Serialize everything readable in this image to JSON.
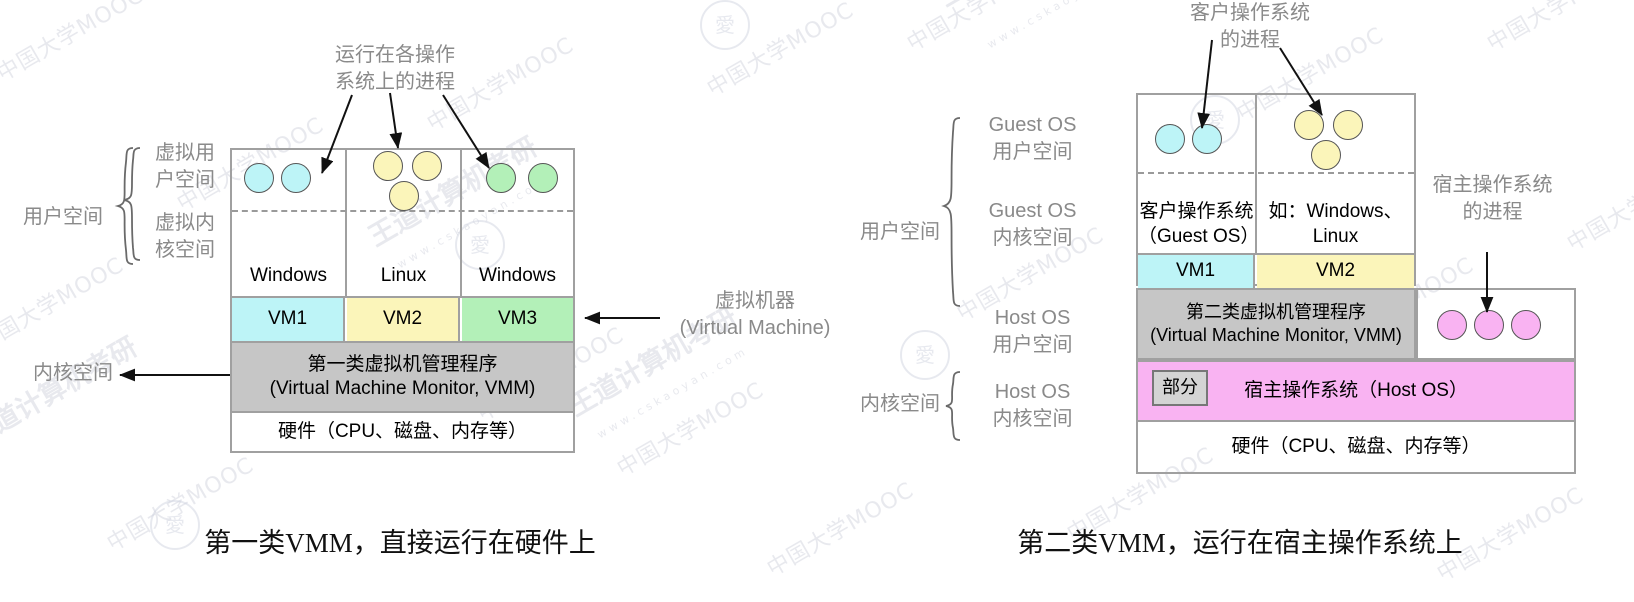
{
  "page": {
    "background": "#ffffff",
    "watermark_texts": [
      "中国大学MOOC",
      "王道计算机考研",
      "www.cskaoyan.com"
    ]
  },
  "colors": {
    "vm1_cyan": "#bdf4f7",
    "vm2_yellow": "#fbf5ba",
    "vm3_green": "#b3f0b8",
    "vmm_gray": "#c6c6c6",
    "hostos_pink": "#f9b3f2",
    "frame_border": "#a0a0a0",
    "annotation_gray": "#8a8a8a",
    "text_black": "#000000",
    "partial_box_gray": "#d4d4d4"
  },
  "left_diagram": {
    "caption": "第一类VMM，直接运行在硬件上",
    "annotation_processes": "运行在各操作\n系统上的进程",
    "annotation_vm": "虚拟机器\n(Virtual Machine)",
    "side_label_user_space": "用户空间",
    "side_label_kernel_space": "内核空间",
    "brace_labels": [
      "虚拟用\n户空间",
      "虚拟内\n核空间"
    ],
    "columns": [
      {
        "os": "Windows",
        "vm": "VM1",
        "color": "#bdf4f7",
        "process_color": "#bdf4f7",
        "process_count": 2
      },
      {
        "os": "Linux",
        "vm": "VM2",
        "color": "#fbf5ba",
        "process_color": "#fbf5ba",
        "process_count": 3
      },
      {
        "os": "Windows",
        "vm": "VM3",
        "color": "#b3f0b8",
        "process_color": "#b3f0b8",
        "process_count": 2
      }
    ],
    "vmm_line1": "第一类虚拟机管理程序",
    "vmm_line2": "(Virtual Machine Monitor, VMM)",
    "hardware": "硬件（CPU、磁盘、内存等）"
  },
  "right_diagram": {
    "caption": "第二类VMM，运行在宿主操作系统上",
    "annotation_guest_processes": "客户操作系统\n的进程",
    "annotation_host_processes": "宿主操作系统\n的进程",
    "side_label_user_space": "用户空间",
    "side_label_kernel_space": "内核空间",
    "row_labels": [
      "Guest OS\n用户空间",
      "Guest OS\n内核空间",
      "Host OS\n用户空间",
      "Host OS\n内核空间"
    ],
    "columns": [
      {
        "os_line1": "客户操作系统",
        "os_line2": "（Guest OS）",
        "vm": "VM1",
        "color": "#bdf4f7",
        "process_color": "#bdf4f7",
        "process_count": 2
      },
      {
        "os_line1": "如：Windows、",
        "os_line2": "Linux",
        "vm": "VM2",
        "color": "#fbf5ba",
        "process_color": "#fbf5ba",
        "process_count": 3
      }
    ],
    "vmm_line1": "第二类虚拟机管理程序",
    "vmm_line2": "(Virtual Machine Monitor, VMM)",
    "partial_badge": "部分",
    "host_os": "宿主操作系统（Host OS）",
    "hardware": "硬件（CPU、磁盘、内存等）",
    "host_process_color": "#f9b3f2",
    "host_process_count": 3
  }
}
